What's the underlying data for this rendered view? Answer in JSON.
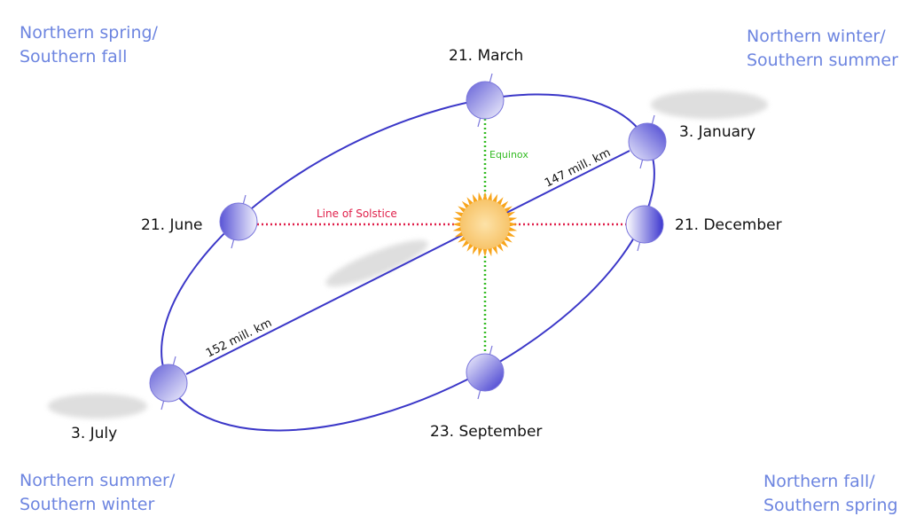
{
  "corners": {
    "top_left": [
      "Northern spring/",
      "Southern fall"
    ],
    "top_right": [
      "Northern winter/",
      "Southern summer"
    ],
    "bottom_left": [
      "Northern summer/",
      "Southern winter"
    ],
    "bottom_right": [
      "Northern fall/",
      "Southern spring"
    ]
  },
  "dates": {
    "march": "21. March",
    "january": "3. January",
    "june": "21. June",
    "december": "21. December",
    "july": "3. July",
    "september": "23. September"
  },
  "lines": {
    "equinox": "Equinox",
    "solstice": "Line of Solstice",
    "perihelion": "147 mill. km",
    "aphelion": "152 mill. km"
  },
  "colors": {
    "orbit": "#3b37c8",
    "equinox": "#33bb22",
    "solstice": "#e0204a",
    "corner_text": "#6d85e0",
    "sun": "#f8a51c"
  }
}
